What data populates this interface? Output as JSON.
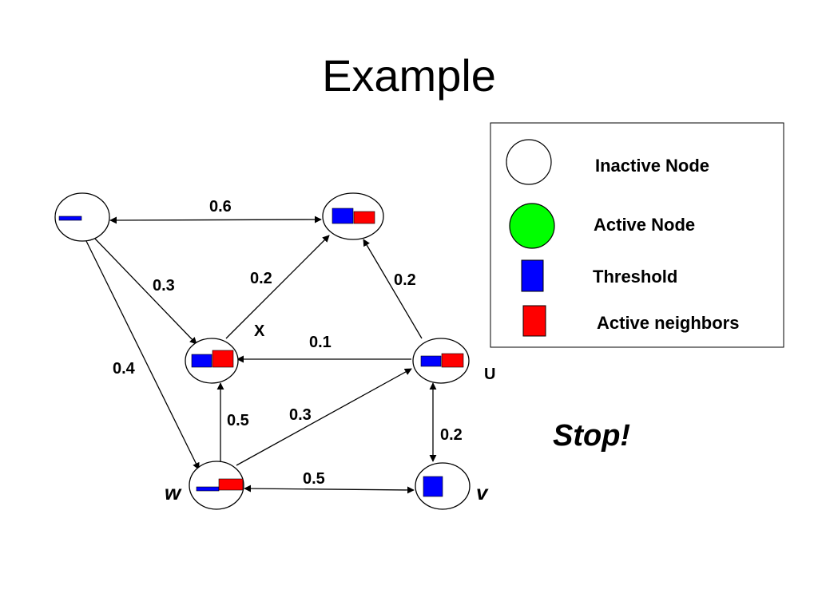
{
  "title": "Example",
  "edges": {
    "top_left_to_top_right": "0.6",
    "top_left_to_x": "0.3",
    "x_to_top_right": "0.2",
    "u_to_top_right": "0.2",
    "u_to_x": "0.1",
    "top_left_to_w": "0.4",
    "w_to_x": "0.5",
    "w_to_u": "0.3",
    "u_to_v": "0.2",
    "w_to_v": "0.5"
  },
  "node_labels": {
    "x": "X",
    "u": "U",
    "w": "w",
    "v": "v"
  },
  "legend": {
    "inactive_node": "Inactive Node",
    "active_node": "Active Node",
    "threshold": "Threshold",
    "active_neighbors": "Active neighbors"
  },
  "colors": {
    "threshold": "#0000ff",
    "active_neighbors": "#ff0000",
    "active_node": "#00ff00",
    "inactive_node": "#ffffff"
  },
  "stop_text": "Stop!"
}
